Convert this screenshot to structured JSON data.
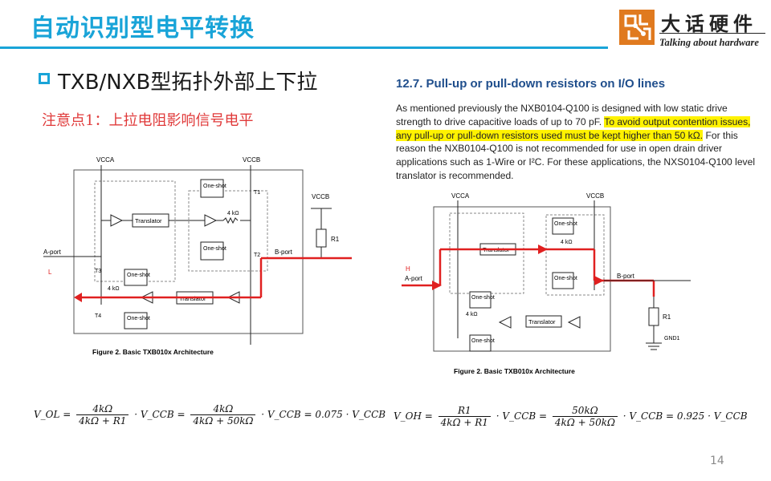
{
  "slide": {
    "title": "自动识别型电平转换",
    "bullet": "TXB/NXB型拓扑外部上下拉",
    "note": "注意点1：上拉电阻影响信号电平",
    "page_number": "14"
  },
  "logo": {
    "chinese": "大话硬件",
    "english": "Talking about hardware"
  },
  "datasheet": {
    "section_title": "12.7.  Pull-up or pull-down resistors on I/O lines",
    "para_1": "As mentioned previously the NXB0104-Q100 is designed with low static drive strength to drive capacitive loads of up to 70 pF. ",
    "para_highlight": "To avoid output contention issues, any pull-up or pull-down resistors used must be kept higher than 50 kΩ.",
    "para_2": " For this reason the NXB0104-Q100 is not recommended for use in open drain driver applications such as 1-Wire or I²C. For these applications, the NXS0104-Q100 level translator is recommended."
  },
  "diagram_left": {
    "vcca": "VCCA",
    "vccb": "VCCB",
    "vccb_ext": "VCCB",
    "r_ext": "R1",
    "a_port": "A-port",
    "b_port": "B-port",
    "a_level": "L",
    "translator_top": "Translator",
    "translator_bottom": "Translator",
    "one_shot": "One-shot",
    "res_top": "4 kΩ",
    "res_bottom": "4 kΩ",
    "t1": "T1",
    "t2": "T2",
    "t3": "T3",
    "t4": "T4",
    "caption": "Figure 2. Basic TXB010x Architecture"
  },
  "diagram_right": {
    "vcca": "VCCA",
    "vccb": "VCCB",
    "a_port": "A-port",
    "b_port": "B-port",
    "a_level": "H",
    "r_ext": "R1",
    "gnd": "GND1",
    "translator_top": "Translator",
    "translator_bottom": "Translator",
    "one_shot": "One-shot",
    "res_top": "4 kΩ",
    "res_bottom": "4 kΩ",
    "caption": "Figure 2. Basic TXB010x Architecture"
  },
  "equations": {
    "left": {
      "lhs": "V_OL =",
      "f1_num": "4kΩ",
      "f1_den": "4kΩ + R1",
      "mid1": "· V_CCB =",
      "f2_num": "4kΩ",
      "f2_den": "4kΩ + 50kΩ",
      "tail": "· V_CCB = 0.075 · V_CCB"
    },
    "right": {
      "lhs": "V_OH =",
      "f1_num": "R1",
      "f1_den": "4kΩ + R1",
      "mid1": "· V_CCB =",
      "f2_num": "50kΩ",
      "f2_den": "4kΩ + 50kΩ",
      "tail": "· V_CCB = 0.925 · V_CCB"
    }
  },
  "colors": {
    "accent": "#19a4d8",
    "note_red": "#e03a3a",
    "signal_red": "#e02020",
    "highlight": "#fff200"
  }
}
